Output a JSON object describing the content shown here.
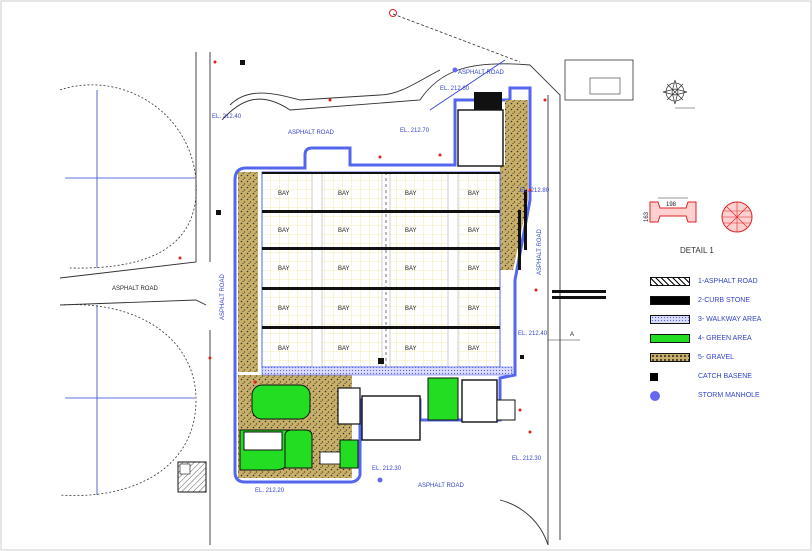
{
  "roads": {
    "top": "ASPHALT ROAD",
    "upper": "ASPHALT ROAD",
    "left": "ASPHALT ROAD",
    "left_vertical": "ASPHALT ROAD",
    "right_vertical": "ASPHALT ROAD",
    "bottom": "ASPHALT ROAD"
  },
  "detail_title": "DETAIL 1",
  "detail_dims": {
    "width": "198",
    "height": "163"
  },
  "legend": [
    {
      "label": "1-ASPHALT ROAD",
      "pattern": "hatch",
      "color": "#ffffff"
    },
    {
      "label": "2-CURB STONE",
      "pattern": "solid",
      "color": "#000000"
    },
    {
      "label": "3- WALKWAY AREA",
      "pattern": "dots",
      "color": "#c8c8ff"
    },
    {
      "label": "4- GREEN AREA",
      "pattern": "solid",
      "color": "#22dd22"
    },
    {
      "label": "5- GRAVEL",
      "pattern": "gravel",
      "color": "#c8b06a"
    },
    {
      "label": "CATCH BASENE",
      "pattern": "square",
      "color": "#000000"
    },
    {
      "label": "STORM MANHOLE",
      "pattern": "circle",
      "color": "#6666ee"
    }
  ],
  "colors": {
    "curb": "#5566ee",
    "green": "#22dd22",
    "gravel": "#b9a070",
    "grid": "#e8e070",
    "line": "#444444"
  },
  "icons": [
    "north-arrow-icon",
    "gravel-section-icon",
    "curb-section-icon"
  ]
}
